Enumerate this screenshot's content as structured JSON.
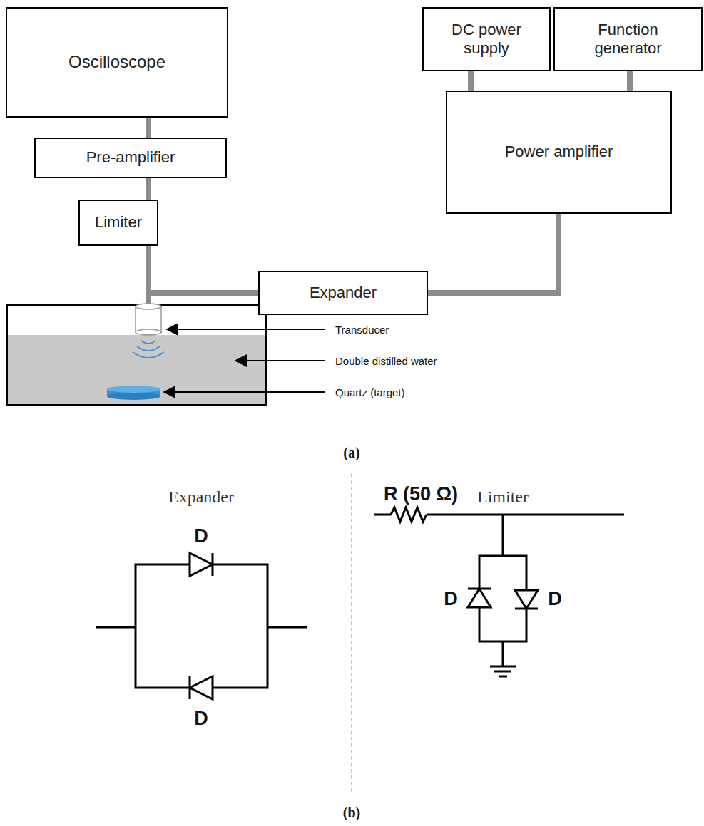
{
  "diagram": {
    "nodes": [
      {
        "text": [
          "Oscilloscope"
        ]
      },
      {
        "text": [
          "DC power supply"
        ]
      },
      {
        "text": [
          "Function generator"
        ]
      },
      {
        "text": [
          "Pre-amplifier"
        ]
      },
      {
        "text": [
          "Power amplifier"
        ]
      },
      {
        "text": [
          "Limiter"
        ]
      },
      {
        "text": [
          "Expander"
        ]
      }
    ],
    "edges": [
      {
        "from": 0,
        "to": 3,
        "arrow": "none"
      },
      {
        "from": 3,
        "to": 5,
        "arrow": "none"
      },
      {
        "from": 5,
        "to": 6,
        "arrow": "none"
      },
      {
        "from": 6,
        "to": 4,
        "arrow": "none"
      },
      {
        "from": 1,
        "to": 4,
        "arrow": "none"
      },
      {
        "from": 2,
        "to": 4,
        "arrow": "none"
      }
    ],
    "labels": [
      "Transducer",
      "Double distilled water",
      "Quartz (target)",
      "(a)",
      "Expander",
      "Limiter",
      "D",
      "D",
      "R (50 Ω)",
      "D",
      "D",
      "(b)"
    ]
  }
}
